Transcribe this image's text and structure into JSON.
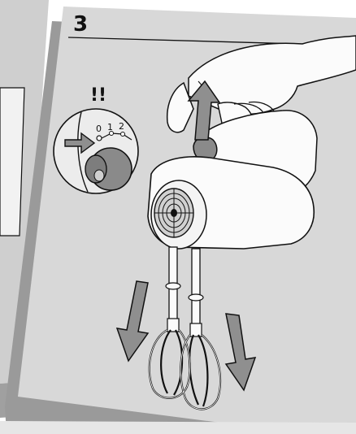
{
  "step": {
    "number": "3"
  },
  "warning": {
    "mark": "!!"
  },
  "speed_dial": {
    "labels": [
      "0",
      "1",
      "2"
    ]
  },
  "colors": {
    "panel": "#d8d8d8",
    "panel_shadow": "#9a9a9a",
    "arrow": "#8f8f8f",
    "knob": "#8a8a8a",
    "outline": "#111111"
  },
  "icons": [
    "up-arrow-icon",
    "down-arrow-icon",
    "pointer-arrow-icon",
    "speed-knob-icon",
    "eject-button-icon",
    "fan-vent-icon"
  ]
}
